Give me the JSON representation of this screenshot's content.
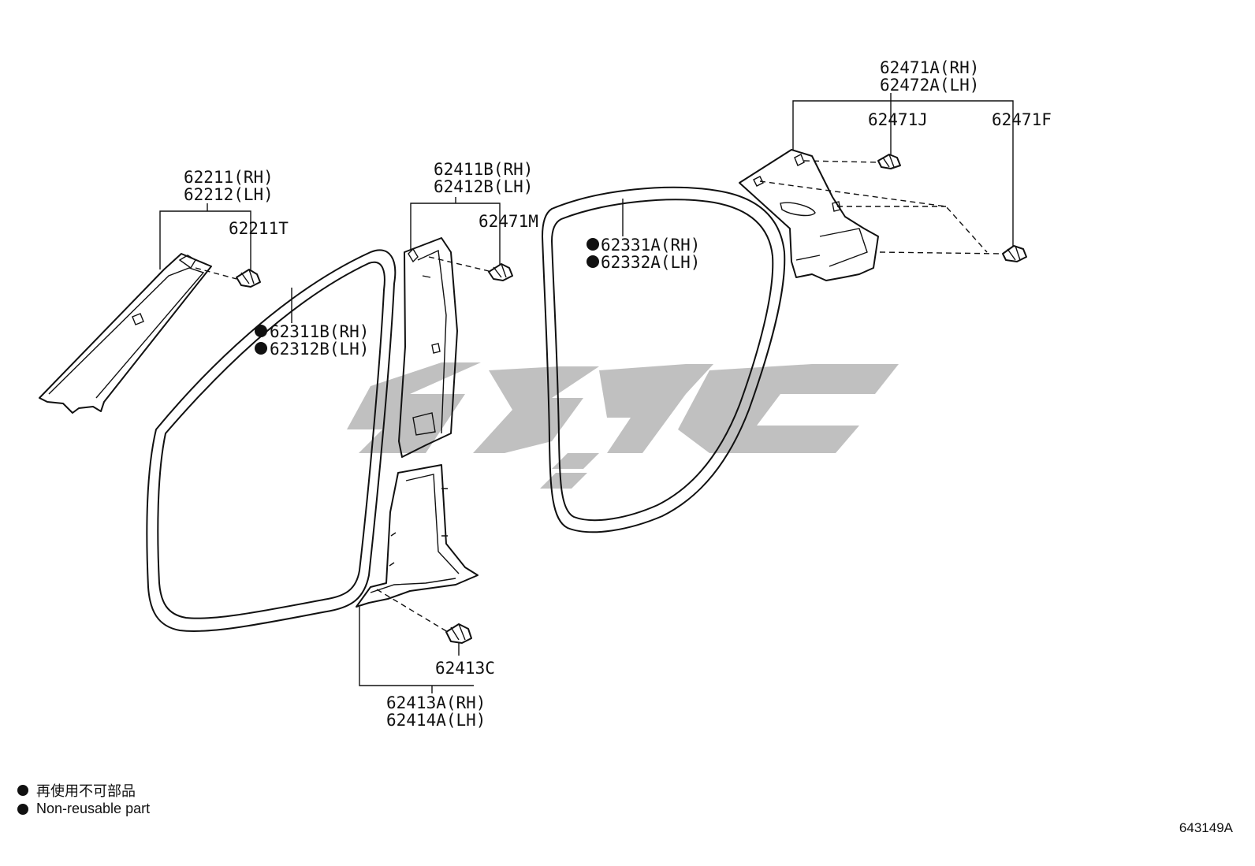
{
  "callouts": {
    "p62211": [
      "62211(RH)",
      "62212(LH)"
    ],
    "p62211T": "62211T",
    "p62311": [
      "62311B(RH)",
      "62312B(LH)"
    ],
    "p62411": [
      "62411B(RH)",
      "62412B(LH)"
    ],
    "p62471M": "62471M",
    "p62413C": "62413C",
    "p62413": [
      "62413A(RH)",
      "62414A(LH)"
    ],
    "p62331": [
      "62331A(RH)",
      "62332A(LH)"
    ],
    "p62471A": [
      "62471A(RH)",
      "62472A(LH)"
    ],
    "p62471J": "62471J",
    "p62471F": "62471F"
  },
  "legend": {
    "line_jp": "再使用不可部品",
    "line_en": "Non-reusable part"
  },
  "diagram_code": "643149A",
  "colors": {
    "ink": "#111111",
    "watermark": "#bdbdbd"
  }
}
